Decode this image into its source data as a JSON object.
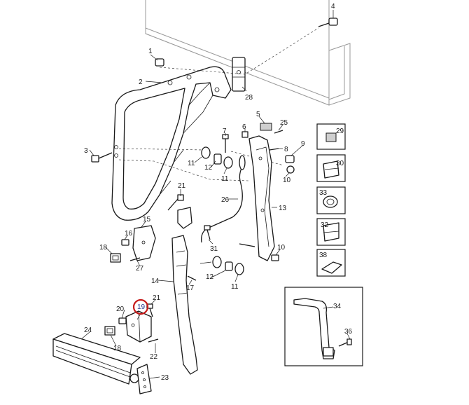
{
  "diagram": {
    "callouts": [
      "1",
      "2",
      "3",
      "4",
      "5",
      "6",
      "7",
      "8",
      "9",
      "10",
      "10",
      "11",
      "11",
      "11",
      "12",
      "12",
      "13",
      "14",
      "15",
      "16",
      "17",
      "18",
      "18",
      "19",
      "20",
      "21",
      "21",
      "22",
      "23",
      "24",
      "25",
      "26",
      "27",
      "28",
      "29",
      "30",
      "31",
      "32",
      "33",
      "34",
      "36",
      "38"
    ],
    "highlighted_callout": "19",
    "colors": {
      "line": "#1a1a1a",
      "highlight_ring": "#c61a1a",
      "highlight_fill": "#c8d3ec",
      "frame_ghost": "#9a9a9a"
    }
  }
}
